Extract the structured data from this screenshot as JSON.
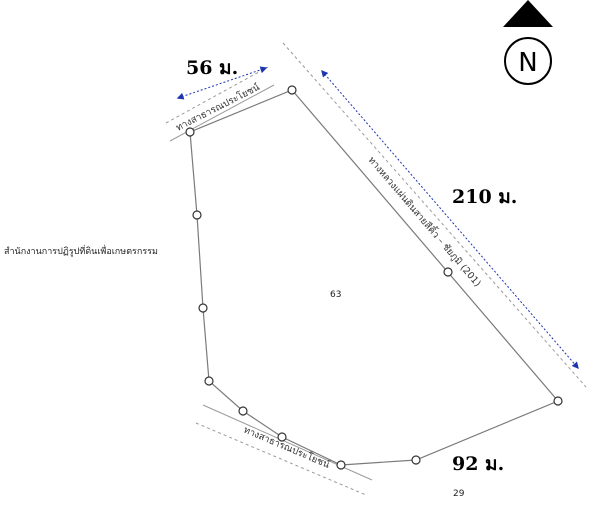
{
  "colors": {
    "boundary": "#7a7a7a",
    "vertex_fill": "#ffffff",
    "vertex_stroke": "#333333",
    "road_edge": "#9a9a9a",
    "dimension_arrow": "#1f35b0",
    "text": "#000000"
  },
  "north_arrow": {
    "icon": "north-arrow-icon",
    "letter": "N"
  },
  "dimensions": {
    "top": "56 ม.",
    "right": "210 ม.",
    "bottom": "92 ม."
  },
  "roads": {
    "top": "ทางสาธารณประโยชน์",
    "right": "ทางหลวงแผ่นดินสายสีคิ้ว – ชัยภูมิ (201)",
    "bottom": "ทางสาธารณประโยชน์"
  },
  "office_label": "สำนักงานการปฏิรูปที่ดินเพื่อเกษตรกรรม",
  "parcel_numbers": {
    "main": "63",
    "adjacent": "29"
  }
}
